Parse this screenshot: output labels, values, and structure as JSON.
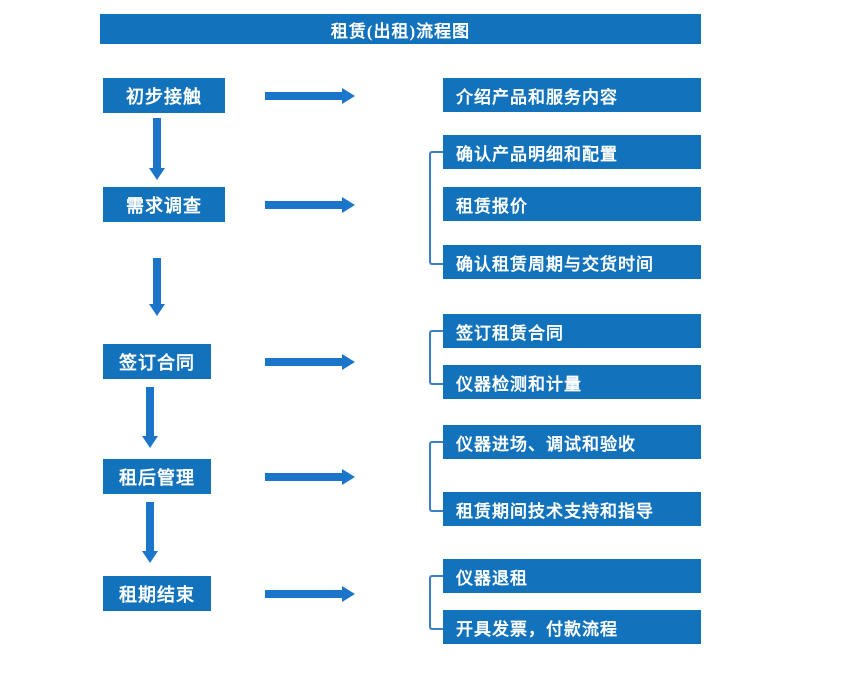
{
  "title": "租赁(出租)流程图",
  "colors": {
    "box_fill": "#1272BC",
    "arrow": "#1B75C8",
    "bracket": "#3B7FC4",
    "text": "#FFFFFF"
  },
  "flow": {
    "steps": [
      {
        "label": "初步接触",
        "details": [
          "介绍产品和服务内容"
        ]
      },
      {
        "label": "需求调查",
        "details": [
          "确认产品明细和配置",
          "租赁报价",
          "确认租赁周期与交货时间"
        ]
      },
      {
        "label": "签订合同",
        "details": [
          "签订租赁合同",
          "仪器检测和计量"
        ]
      },
      {
        "label": "租后管理",
        "details": [
          "仪器进场、调试和验收",
          "租赁期间技术支持和指导"
        ]
      },
      {
        "label": "租期结束",
        "details": [
          "仪器退租",
          "开具发票，付款流程"
        ]
      }
    ]
  }
}
